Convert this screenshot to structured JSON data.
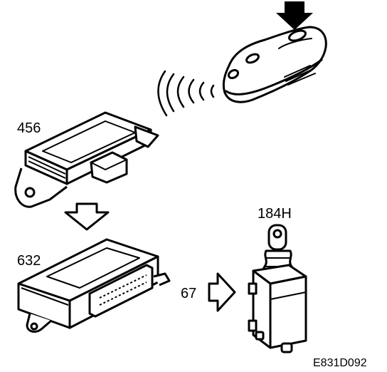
{
  "labels": {
    "transmitter_receiver": "456",
    "central_locking_module": "632",
    "wire": "67",
    "lock_motor": "184H"
  },
  "figure_code": "E831D092",
  "icons": {
    "press_arrow": "down-arrow-icon",
    "signal": "radio-waves-icon",
    "flow_arrow_down": "hollow-down-arrow-icon",
    "flow_arrow_right": "hollow-right-arrow-icon"
  },
  "colors": {
    "ink": "#000000",
    "paper": "#ffffff"
  }
}
